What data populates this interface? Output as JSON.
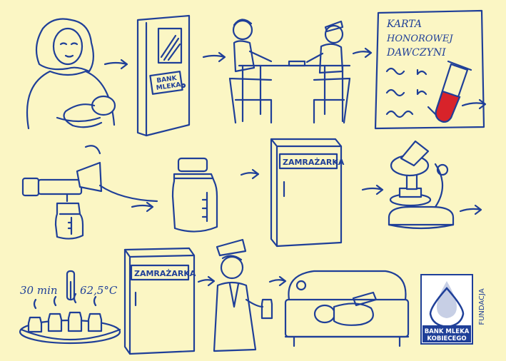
{
  "step_labels": {
    "door_sign_line1": "BANK",
    "door_sign_line2": "MLEKA",
    "card_line1": "KARTA",
    "card_line2": "HONOROWEJ",
    "card_line3": "DAWCZYNI",
    "freezer1_label": "ZAMRAŻARKA",
    "freezer2_label": "ZAMRAŻARKA",
    "pasteur_time": "30 min",
    "pasteur_temp": "62,5°C"
  },
  "logo": {
    "line1": "BANK MLEKA",
    "line2": "KOBIECEGO",
    "side_text": "FUNDACJA",
    "colors": {
      "dark": "#1f3f98",
      "light": "#ffffff"
    }
  },
  "colors": {
    "background": "#fbf6c4",
    "ink": "#1f3f98",
    "blood": "#d8232a"
  }
}
